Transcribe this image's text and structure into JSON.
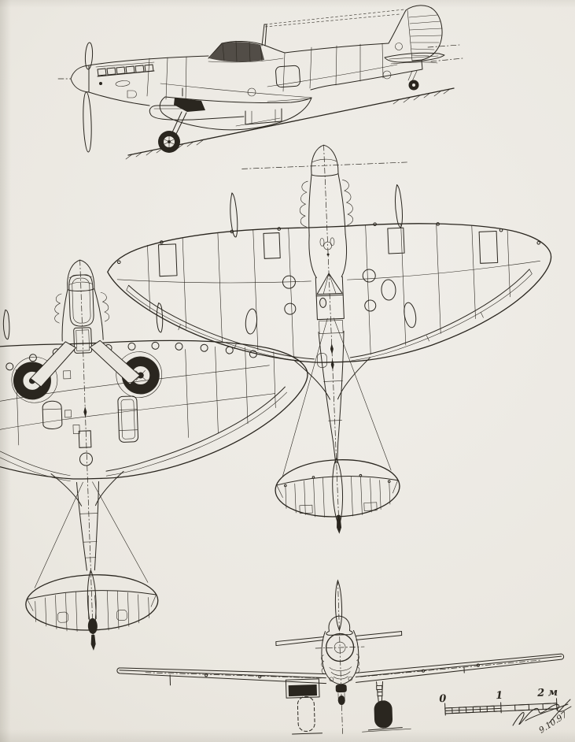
{
  "scale_bar": {
    "marks": [
      {
        "label": "0"
      },
      {
        "label": "1"
      },
      {
        "label": "2 м"
      }
    ]
  },
  "signature": {
    "date": "9.10.97"
  },
  "colors": {
    "paper": "#eae7e0",
    "ink": "#2a261f"
  }
}
